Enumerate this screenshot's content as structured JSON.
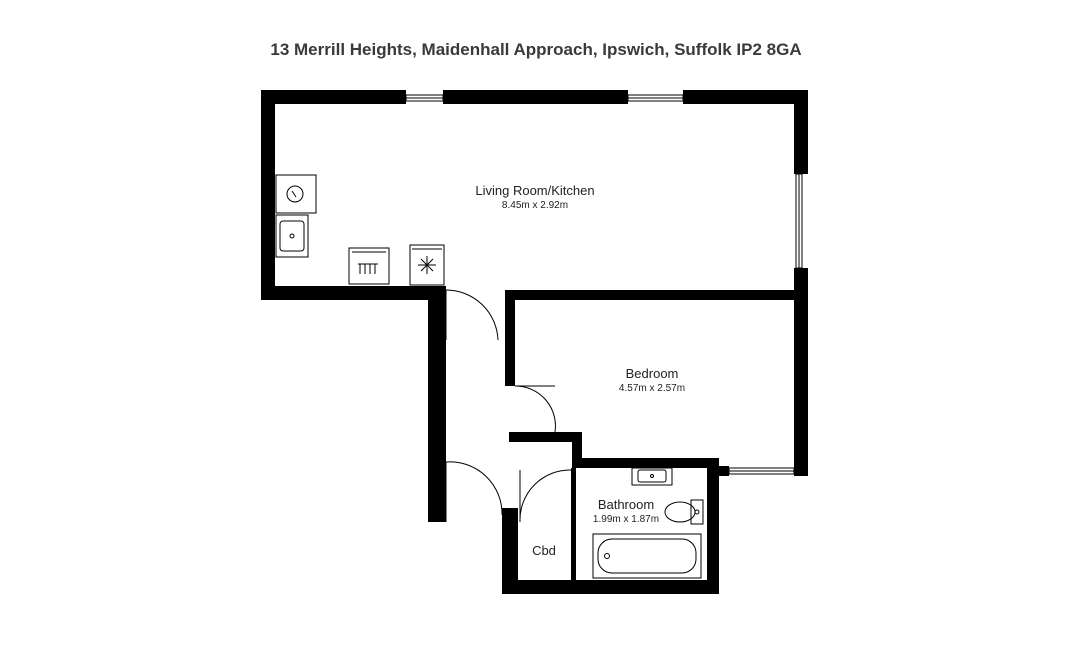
{
  "title": "13 Merrill Heights, Maidenhall Approach, Ipswich, Suffolk IP2 8GA",
  "rooms": {
    "living": {
      "name": "Living Room/Kitchen",
      "dims": "8.45m x 2.92m"
    },
    "bedroom": {
      "name": "Bedroom",
      "dims": "4.57m x 2.57m"
    },
    "bathroom": {
      "name": "Bathroom",
      "dims": "1.99m x 1.87m"
    },
    "cupboard": {
      "name": "Cbd"
    }
  }
}
